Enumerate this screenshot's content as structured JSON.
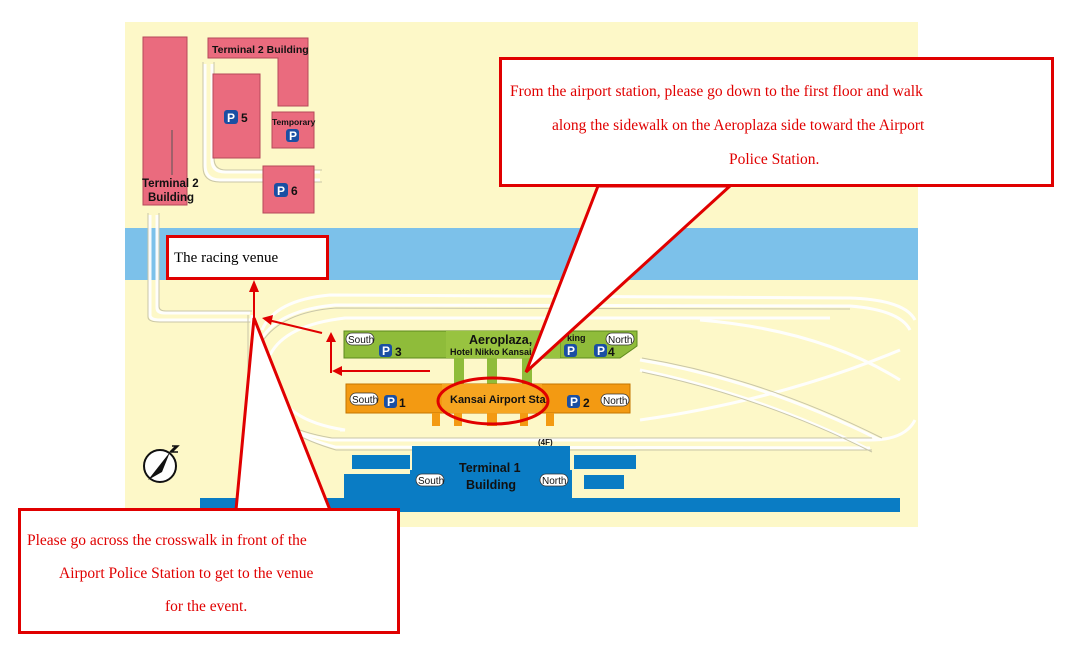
{
  "map": {
    "labels": {
      "terminal2_building_top": "Terminal 2 Building",
      "terminal2_building_side_line1": "Terminal 2",
      "terminal2_building_side_line2": "Building",
      "temporary": "Temporary",
      "aeroplaza_line1": "Aeroplaza,",
      "aeroplaza_line2": "Hotel Nikko Kansai Ai",
      "parking_partial": "king",
      "kansai_airport_sta": "Kansai Airport Sta.",
      "terminal1_line1": "Terminal 1",
      "terminal1_line2": "Building",
      "floor_4f": "(4F)"
    },
    "parking": {
      "p_symbol": "P",
      "p5": "5",
      "p6": "6",
      "p3": "3",
      "p4": "4",
      "p1": "1",
      "p2": "2"
    },
    "pills": {
      "south": "South",
      "north": "North"
    },
    "compass_icon": "compass-north-icon",
    "colors": {
      "land": "#fdf8c8",
      "water": "#7cc1ea",
      "terminal2": "#ea6b7e",
      "aeroplaza": "#8fbc3a",
      "station": "#f39a12",
      "terminal1": "#0a7cc4",
      "annotation": "#e00000"
    }
  },
  "callouts": {
    "racing_venue": "The racing venue",
    "station_directions": {
      "line1": "From the airport station, please go down to the first floor and walk",
      "line2": "along the sidewalk on the Aeroplaza side toward the Airport",
      "line3": "Police Station."
    },
    "crosswalk_directions": {
      "line1": "Please go across the crosswalk in front of the",
      "line2": "Airport Police Station to get to the venue",
      "line3": "for the event."
    }
  }
}
